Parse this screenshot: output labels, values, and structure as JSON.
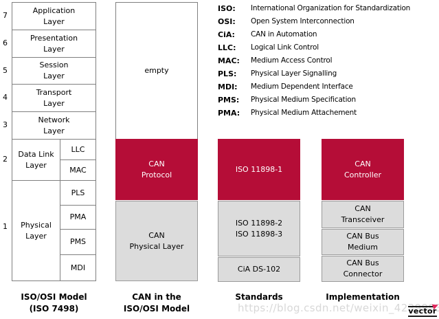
{
  "colors": {
    "red": "#b50d37",
    "light_gray": "#dcdcdc",
    "border_gray": "#7f7f7f"
  },
  "osi": {
    "numbers": [
      "7",
      "6",
      "5",
      "4",
      "3",
      "2",
      "1"
    ],
    "layers": {
      "application": "Application\nLayer",
      "presentation": "Presentation\nLayer",
      "session": "Session\nLayer",
      "transport": "Transport\nLayer",
      "network": "Network\nLayer",
      "data_link": "Data Link\nLayer",
      "physical": "Physical\nLayer"
    },
    "sublayers": {
      "llc": "LLC",
      "mac": "MAC",
      "pls": "PLS",
      "pma": "PMA",
      "pms": "PMS",
      "mdi": "MDI"
    },
    "caption": "ISO/OSI Model\n(ISO 7498)"
  },
  "can_model": {
    "empty": "empty",
    "protocol": "CAN\nProtocol",
    "physical_layer": "CAN\nPhysical Layer",
    "caption": "CAN in the\nISO/OSI Model"
  },
  "standards": {
    "iso_11898_1": "ISO 11898-1",
    "iso_11898_2_3": "ISO 11898-2\nISO 11898-3",
    "cia_ds102": "CiA DS-102",
    "caption": "Standards"
  },
  "implementation": {
    "controller": "CAN\nController",
    "transceiver": "CAN\nTransceiver",
    "bus_medium": "CAN Bus\nMedium",
    "bus_connector": "CAN Bus\nConnector",
    "caption": "Implementation"
  },
  "legend": [
    {
      "abbr": "ISO:",
      "definition": "International Organization for Standardization"
    },
    {
      "abbr": "OSI:",
      "definition": "Open System Interconnection"
    },
    {
      "abbr": "CiA:",
      "definition": "CAN in Automation"
    },
    {
      "abbr": "LLC:",
      "definition": "Logical Link Control"
    },
    {
      "abbr": "MAC:",
      "definition": "Medium Access Control"
    },
    {
      "abbr": "PLS:",
      "definition": "Physical Layer Signalling"
    },
    {
      "abbr": "MDI:",
      "definition": "Medium Dependent Interface"
    },
    {
      "abbr": "PMS:",
      "definition": "Physical Medium Specification"
    },
    {
      "abbr": "PMA:",
      "definition": "Physical Medium Attachement"
    }
  ],
  "watermark": "https://blog.csdn.net/weixin_42399934",
  "logo": {
    "text": "vector"
  }
}
